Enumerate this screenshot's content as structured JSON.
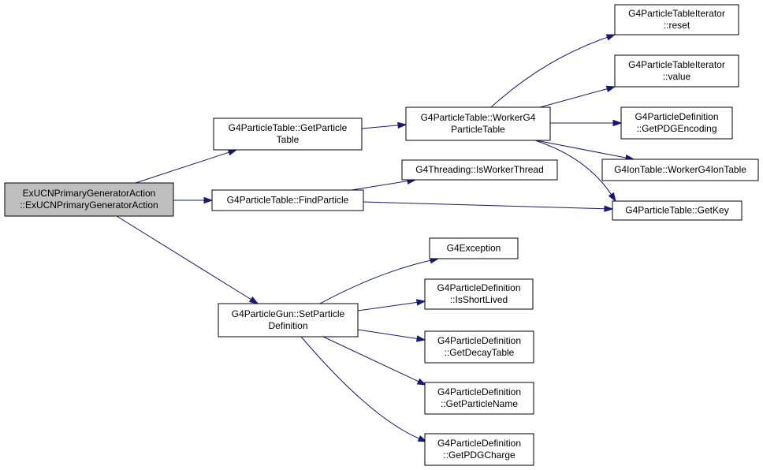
{
  "diagram": {
    "colors": {
      "edge": "#191970",
      "root_fill": "#bfbfbf",
      "node_fill": "#ffffff",
      "border": "#000000"
    },
    "nodes": [
      {
        "id": "root",
        "lines": [
          "ExUCNPrimaryGeneratorAction",
          "::ExUCNPrimaryGeneratorAction"
        ],
        "root": true
      },
      {
        "id": "getParticleTable",
        "lines": [
          "G4ParticleTable::GetParticle",
          "Table"
        ]
      },
      {
        "id": "findParticle",
        "lines": [
          "G4ParticleTable::FindParticle"
        ]
      },
      {
        "id": "setParticleDefinition",
        "lines": [
          "G4ParticleGun::SetParticle",
          "Definition"
        ]
      },
      {
        "id": "workerG4ParticleTable",
        "lines": [
          "G4ParticleTable::WorkerG4",
          "ParticleTable"
        ]
      },
      {
        "id": "isWorkerThread",
        "lines": [
          "G4Threading::IsWorkerThread"
        ]
      },
      {
        "id": "iterReset",
        "lines": [
          "G4ParticleTableIterator",
          "::reset"
        ]
      },
      {
        "id": "iterValue",
        "lines": [
          "G4ParticleTableIterator",
          "::value"
        ]
      },
      {
        "id": "getPDGEncoding",
        "lines": [
          "G4ParticleDefinition",
          "::GetPDGEncoding"
        ]
      },
      {
        "id": "workerG4IonTable",
        "lines": [
          "G4IonTable::WorkerG4IonTable"
        ]
      },
      {
        "id": "getKey",
        "lines": [
          "G4ParticleTable::GetKey"
        ]
      },
      {
        "id": "g4Exception",
        "lines": [
          "G4Exception"
        ]
      },
      {
        "id": "isShortLived",
        "lines": [
          "G4ParticleDefinition",
          "::IsShortLived"
        ]
      },
      {
        "id": "getDecayTable",
        "lines": [
          "G4ParticleDefinition",
          "::GetDecayTable"
        ]
      },
      {
        "id": "getParticleName",
        "lines": [
          "G4ParticleDefinition",
          "::GetParticleName"
        ]
      },
      {
        "id": "getPDGCharge",
        "lines": [
          "G4ParticleDefinition",
          "::GetPDGCharge"
        ]
      }
    ],
    "edges": [
      [
        "root",
        "getParticleTable"
      ],
      [
        "root",
        "findParticle"
      ],
      [
        "root",
        "setParticleDefinition"
      ],
      [
        "getParticleTable",
        "workerG4ParticleTable"
      ],
      [
        "workerG4ParticleTable",
        "iterReset"
      ],
      [
        "workerG4ParticleTable",
        "iterValue"
      ],
      [
        "workerG4ParticleTable",
        "getPDGEncoding"
      ],
      [
        "workerG4ParticleTable",
        "workerG4IonTable"
      ],
      [
        "workerG4ParticleTable",
        "getKey"
      ],
      [
        "findParticle",
        "isWorkerThread"
      ],
      [
        "findParticle",
        "getKey"
      ],
      [
        "setParticleDefinition",
        "g4Exception"
      ],
      [
        "setParticleDefinition",
        "isShortLived"
      ],
      [
        "setParticleDefinition",
        "getDecayTable"
      ],
      [
        "setParticleDefinition",
        "getParticleName"
      ],
      [
        "setParticleDefinition",
        "getPDGCharge"
      ]
    ]
  }
}
